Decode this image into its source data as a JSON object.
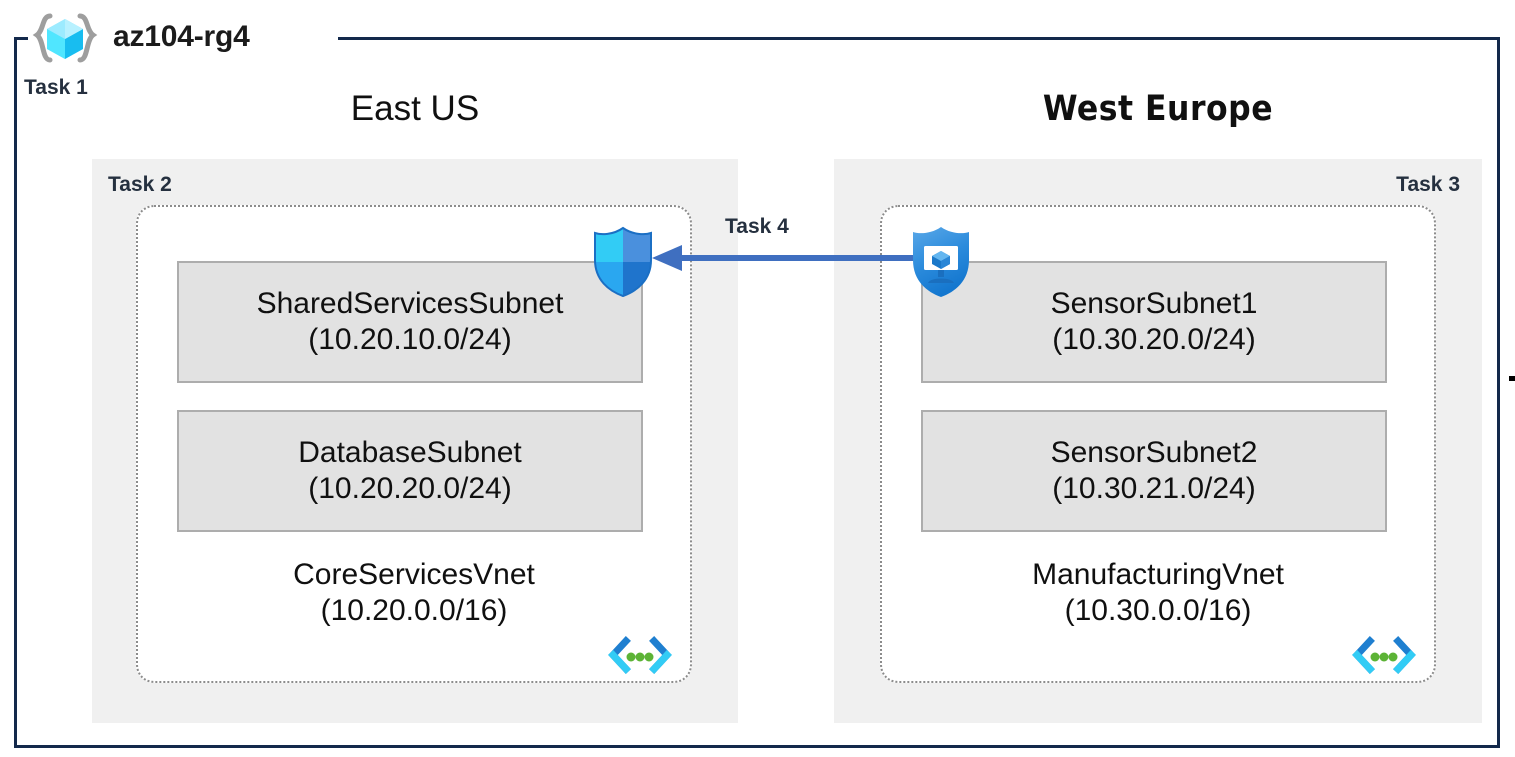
{
  "resource_group": {
    "name": "az104-rg4",
    "icon": "resource-group-cube-icon",
    "task_label": "Task 1"
  },
  "connector": {
    "label": "Task 4",
    "direction": "right-to-left",
    "color": "#3f6fc0"
  },
  "regions": [
    {
      "id": "east-us",
      "title": "East US",
      "task_label": "Task 2",
      "task_align": "left",
      "badge_icon": "network-security-group-shield-icon",
      "vnet": {
        "name": "CoreServicesVnet",
        "cidr": "(10.20.0.0/16)",
        "icon": "virtual-network-icon",
        "subnets": [
          {
            "name": "SharedServicesSubnet",
            "cidr": "(10.20.10.0/24)"
          },
          {
            "name": "DatabaseSubnet",
            "cidr": "(10.20.20.0/24)"
          }
        ]
      }
    },
    {
      "id": "west-europe",
      "title": "West Europe",
      "task_label": "Task 3",
      "task_align": "right",
      "badge_icon": "virtual-machine-shield-icon",
      "vnet": {
        "name": "ManufacturingVnet",
        "cidr": "(10.30.0.0/16)",
        "icon": "virtual-network-icon",
        "subnets": [
          {
            "name": "SensorSubnet1",
            "cidr": "(10.30.20.0/24)"
          },
          {
            "name": "SensorSubnet2",
            "cidr": "(10.30.21.0/24)"
          }
        ]
      }
    }
  ],
  "colors": {
    "frame_border": "#13294b",
    "region_fill": "#f0f0f0",
    "subnet_fill": "#e2e2e2",
    "subnet_border": "#adadad",
    "vnet_border": "#8c8c8c",
    "task_text": "#25303f",
    "arrow": "#3f6fc0",
    "cube_cyan": "#50e6ff",
    "shield_blue": "#1f8fe0",
    "vnet_green": "#5cb336"
  }
}
